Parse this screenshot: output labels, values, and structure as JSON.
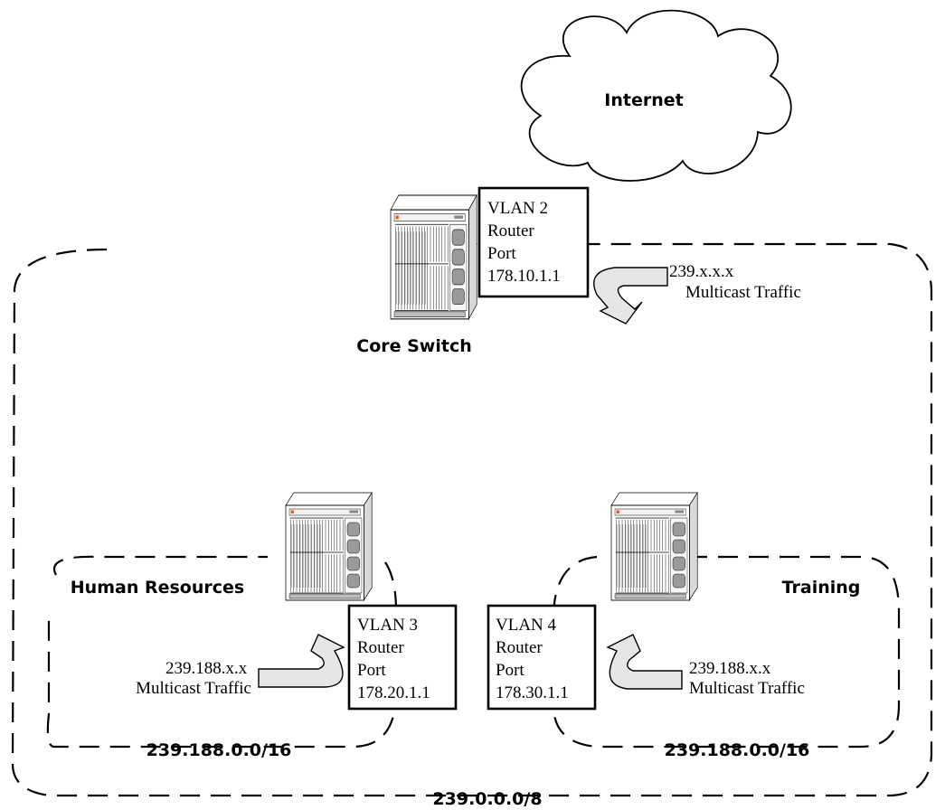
{
  "internet": {
    "label": "Internet"
  },
  "core": {
    "label": "Core Switch",
    "box": [
      "VLAN 2",
      "Router",
      "Port",
      "178.10.1.1"
    ],
    "traffic": [
      "239.x.x.x",
      "Multicast Traffic"
    ]
  },
  "hr": {
    "label": "Human Resources",
    "box": [
      "VLAN 3",
      "Router",
      "Port",
      "178.20.1.1"
    ],
    "traffic": [
      "239.188.x.x",
      "Multicast Traffic"
    ],
    "range": "239.188.0.0/16"
  },
  "training": {
    "label": "Training",
    "box": [
      "VLAN 4",
      "Router",
      "Port",
      "178.30.1.1"
    ],
    "traffic": [
      "239.188.x.x",
      "Multicast Traffic"
    ],
    "range": "239.188.0.0/16"
  },
  "outer_range": "239.0.0.0/8"
}
